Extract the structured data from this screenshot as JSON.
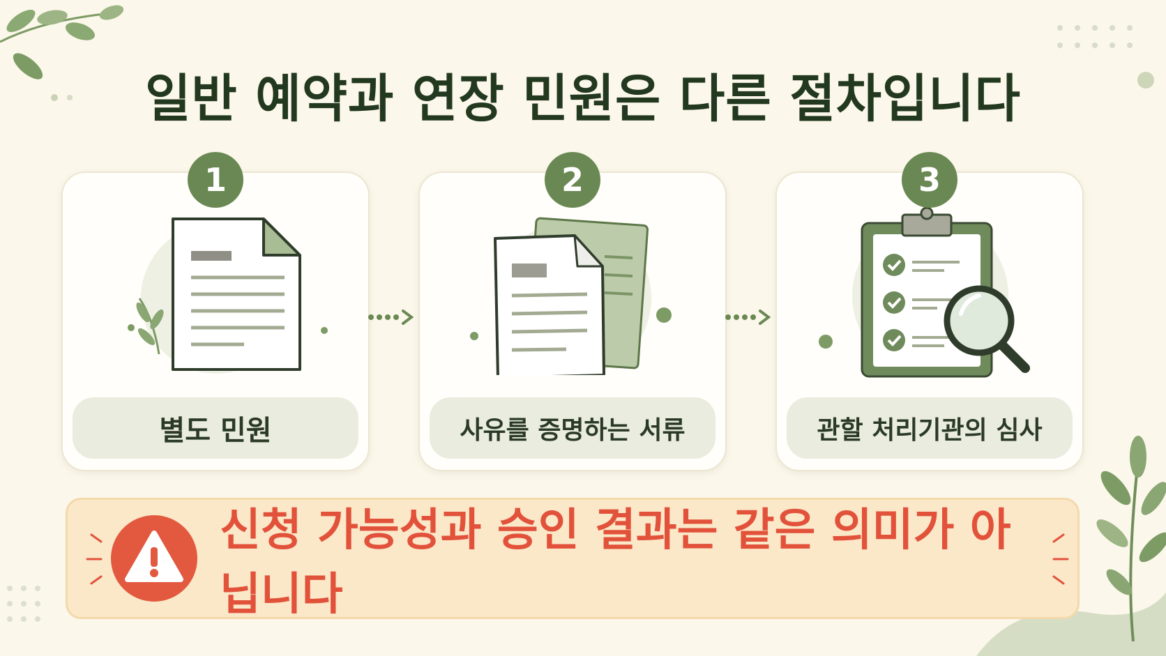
{
  "title": "일반 예약과 연장 민원은 다른 절차입니다",
  "steps": [
    {
      "number": "1",
      "label": "별도 민원"
    },
    {
      "number": "2",
      "label": "사유를 증명하는 서류"
    },
    {
      "number": "3",
      "label": "관할 처리기관의 심사"
    }
  ],
  "warning": {
    "text": "신청 가능성과 승인 결과는 같은 의미가 아닙니다"
  },
  "colors": {
    "background": "#fbf7ea",
    "title": "#23391f",
    "accent_green": "#6a8853",
    "warning_red": "#e2523b",
    "warning_bg": "#fbe8c9"
  }
}
